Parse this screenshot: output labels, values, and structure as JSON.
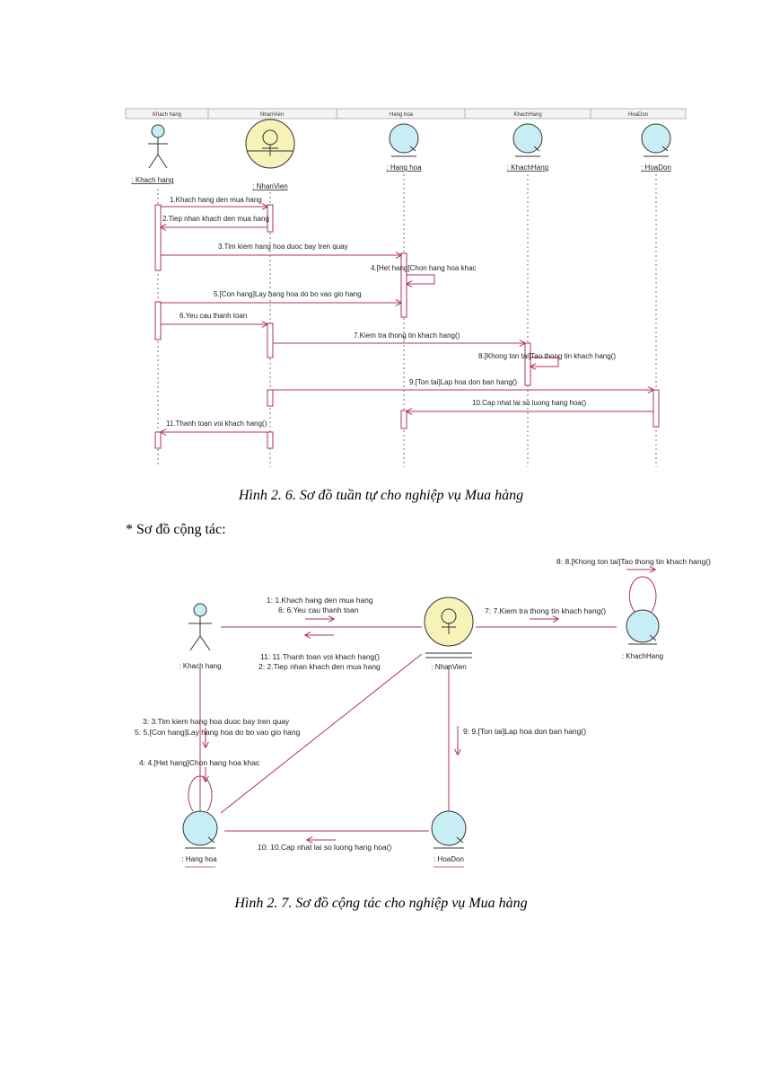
{
  "sequence": {
    "headers": [
      "Khach hang",
      "NhanVien",
      "Hang hoa",
      "KhachHang",
      "HoaDon"
    ],
    "objects": [
      ": Khach hang",
      ": NhanVien",
      ": Hang hoa",
      ": KhachHang",
      ": HoaDon"
    ],
    "messages": [
      "1.Khach hang den mua hang",
      "2.Tiep nhan khach den mua hang",
      "3.Tim kiem hang hoa duoc bay tren quay",
      "4.[Het hang]Chon hang hoa khac",
      "5.[Con hang]Lay hang hoa do bo vao gio hang",
      "6.Yeu cau thanh toan",
      "7.Kiem tra thong tin khach hang()",
      "8.[Khong ton tai]Tao thong tin khach hang()",
      "9.[Ton tai]Lap hoa don ban hang()",
      "10.Cap nhat lai so luong hang hoa()",
      "11.Thanh toan voi khach hang()"
    ]
  },
  "caption1": "Hình 2. 6. Sơ đồ tuần tự cho nghiệp vụ Mua hàng",
  "section_title": "* Sơ đồ cộng tác:",
  "collab": {
    "objects": [
      ": Khach hang",
      ": NhanVien",
      ": KhachHang",
      ": Hang hoa",
      ": HoaDon"
    ],
    "messages": {
      "m1": "1: 1.Khach hang den mua hang",
      "m6": "6: 6.Yeu cau thanh toan",
      "m11": "11: 11.Thanh toan voi khach hang()",
      "m2": "2: 2.Tiep nhan khach den mua hang",
      "m7": "7: 7.Kiem tra thong tin khach hang()",
      "m8": "8: 8.[Khong ton tai]Tao thong tin khach hang()",
      "m3": "3: 3.Tim kiem hang hoa duoc bay tren quay",
      "m5": "5: 5.[Con hang]Lay hang hoa do bo vao gio hang",
      "m4": "4: 4.[Het hang]Chon hang hoa khac",
      "m9": "9: 9.[Ton tai]Lap hoa don ban hang()",
      "m10": "10: 10.Cap nhat lai so luong hang hoa()"
    }
  },
  "caption2": "Hình 2. 7. Sơ đồ cộng tác cho nghiệp vụ Mua hàng",
  "colors": {
    "line": "#b03060",
    "entity": "#c6eef4",
    "control": "#f7f2b8",
    "stroke": "#333333"
  }
}
